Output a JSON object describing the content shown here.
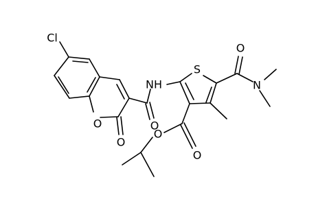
{
  "molecule": {
    "atom_labels": {
      "cl": "Cl",
      "o_lactone_ring": "O",
      "o_lactone_carbonyl": "O",
      "o_amide": "O",
      "nh": "NH",
      "s": "S",
      "o_dimethylamide": "O",
      "n_dimethyl": "N",
      "o_ester_ether": "O",
      "o_ester_carbonyl": "O"
    }
  }
}
